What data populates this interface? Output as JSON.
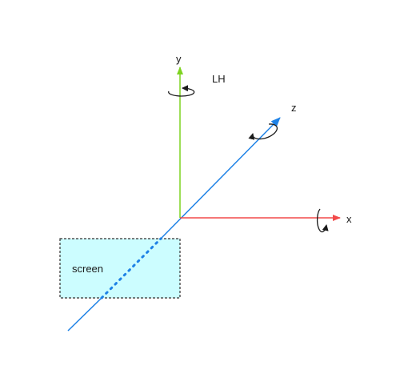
{
  "diagram": {
    "axes": {
      "x": {
        "label": "x",
        "color": "#f24a4a"
      },
      "y": {
        "label": "y",
        "color": "#7ed321"
      },
      "z": {
        "label": "z",
        "color": "#1e82e6"
      }
    },
    "handedness_label": "LH",
    "screen": {
      "label": "screen",
      "fill": "#ccfdff",
      "border": "#333333"
    },
    "rotation_arrow_color": "#1a1a1a"
  }
}
